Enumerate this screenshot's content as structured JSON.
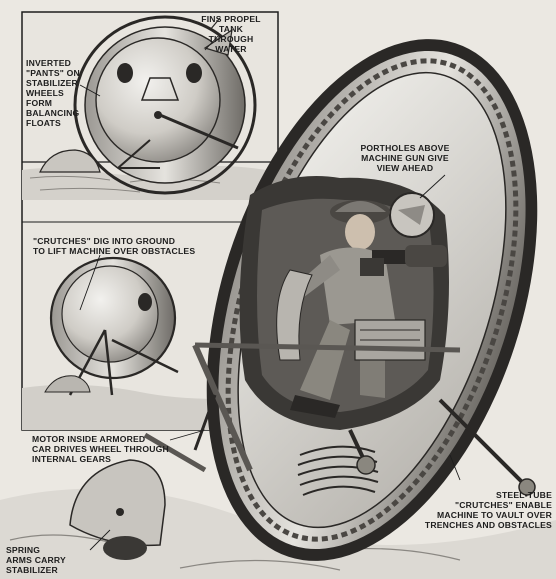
{
  "illustration": {
    "subject": "armored one-wheel monocycle tank with machine gunner",
    "palette": {
      "paper": "#ebe8e2",
      "ink": "#1d1d1d",
      "metal": "#c9c7c2",
      "shadow": "#6b6864",
      "dark": "#2a2826"
    }
  },
  "captions": {
    "fins": "FINS PROPEL\nTANK\nTHROUGH\nWATER",
    "pants": "INVERTED\n\"PANTS\" ON\nSTABILIZER\nWHEELS\nFORM\nBALANCING\nFLOATS",
    "portholes": "PORTHOLES ABOVE\nMACHINE GUN GIVE\nVIEW AHEAD",
    "crutches_dig": "\"CRUTCHES\" DIG INTO GROUND\nTO LIFT MACHINE OVER OBSTACLES",
    "motor": "MOTOR INSIDE ARMORED\nCAR DRIVES WHEEL THROUGH\nINTERNAL GEARS",
    "steel_tube": "STEEL-TUBE\n\"CRUTCHES\" ENABLE\nMACHINE TO VAULT OVER\nTRENCHES AND OBSTACLES",
    "spring": "SPRING\nARMS CARRY\nSTABILIZER"
  }
}
